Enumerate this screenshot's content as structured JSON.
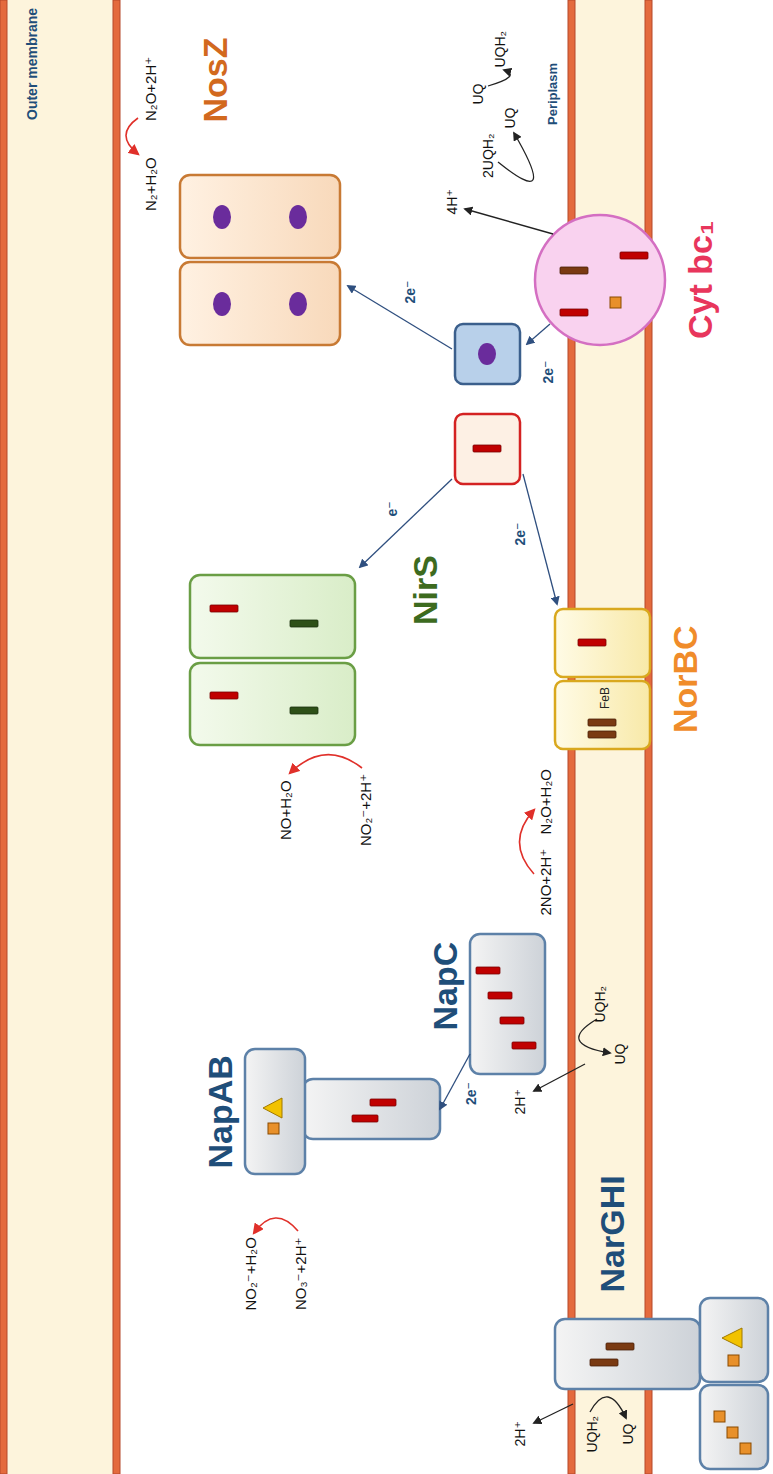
{
  "diagram": {
    "nodes": [
      {
        "text": [
          "NarGHI"
        ]
      },
      {
        "text": [
          "NapC"
        ]
      },
      {
        "text": [
          "NapAB"
        ]
      },
      {
        "text": [
          "NorBC",
          "FeB"
        ]
      },
      {
        "text": [
          "NirS"
        ]
      },
      {
        "text": [
          "NosZ"
        ]
      },
      {
        "text": [
          "Cyt bc₁"
        ]
      }
    ],
    "edges": [
      {
        "from": 1,
        "to": 2,
        "arrow": "to",
        "label": "2e⁻"
      }
    ],
    "labels": [
      "Outer membrane",
      "Periplasm",
      "N₂O+2H⁺",
      "N₂+H₂O",
      "NO+H₂O",
      "NO₂⁻+2H⁺",
      "2NO+2H⁺",
      "N₂O+H₂O",
      "NO₂⁻+H₂O",
      "NO₃⁻+2H⁺",
      "4H⁺",
      "2UQH₂",
      "UQ",
      "UQ",
      "UQH₂",
      "2H⁺",
      "UQH₂",
      "UQ",
      "2H⁺",
      "UQH₂",
      "UQ",
      "2e⁻",
      "2e⁻",
      "e⁻",
      "2e⁻"
    ]
  }
}
